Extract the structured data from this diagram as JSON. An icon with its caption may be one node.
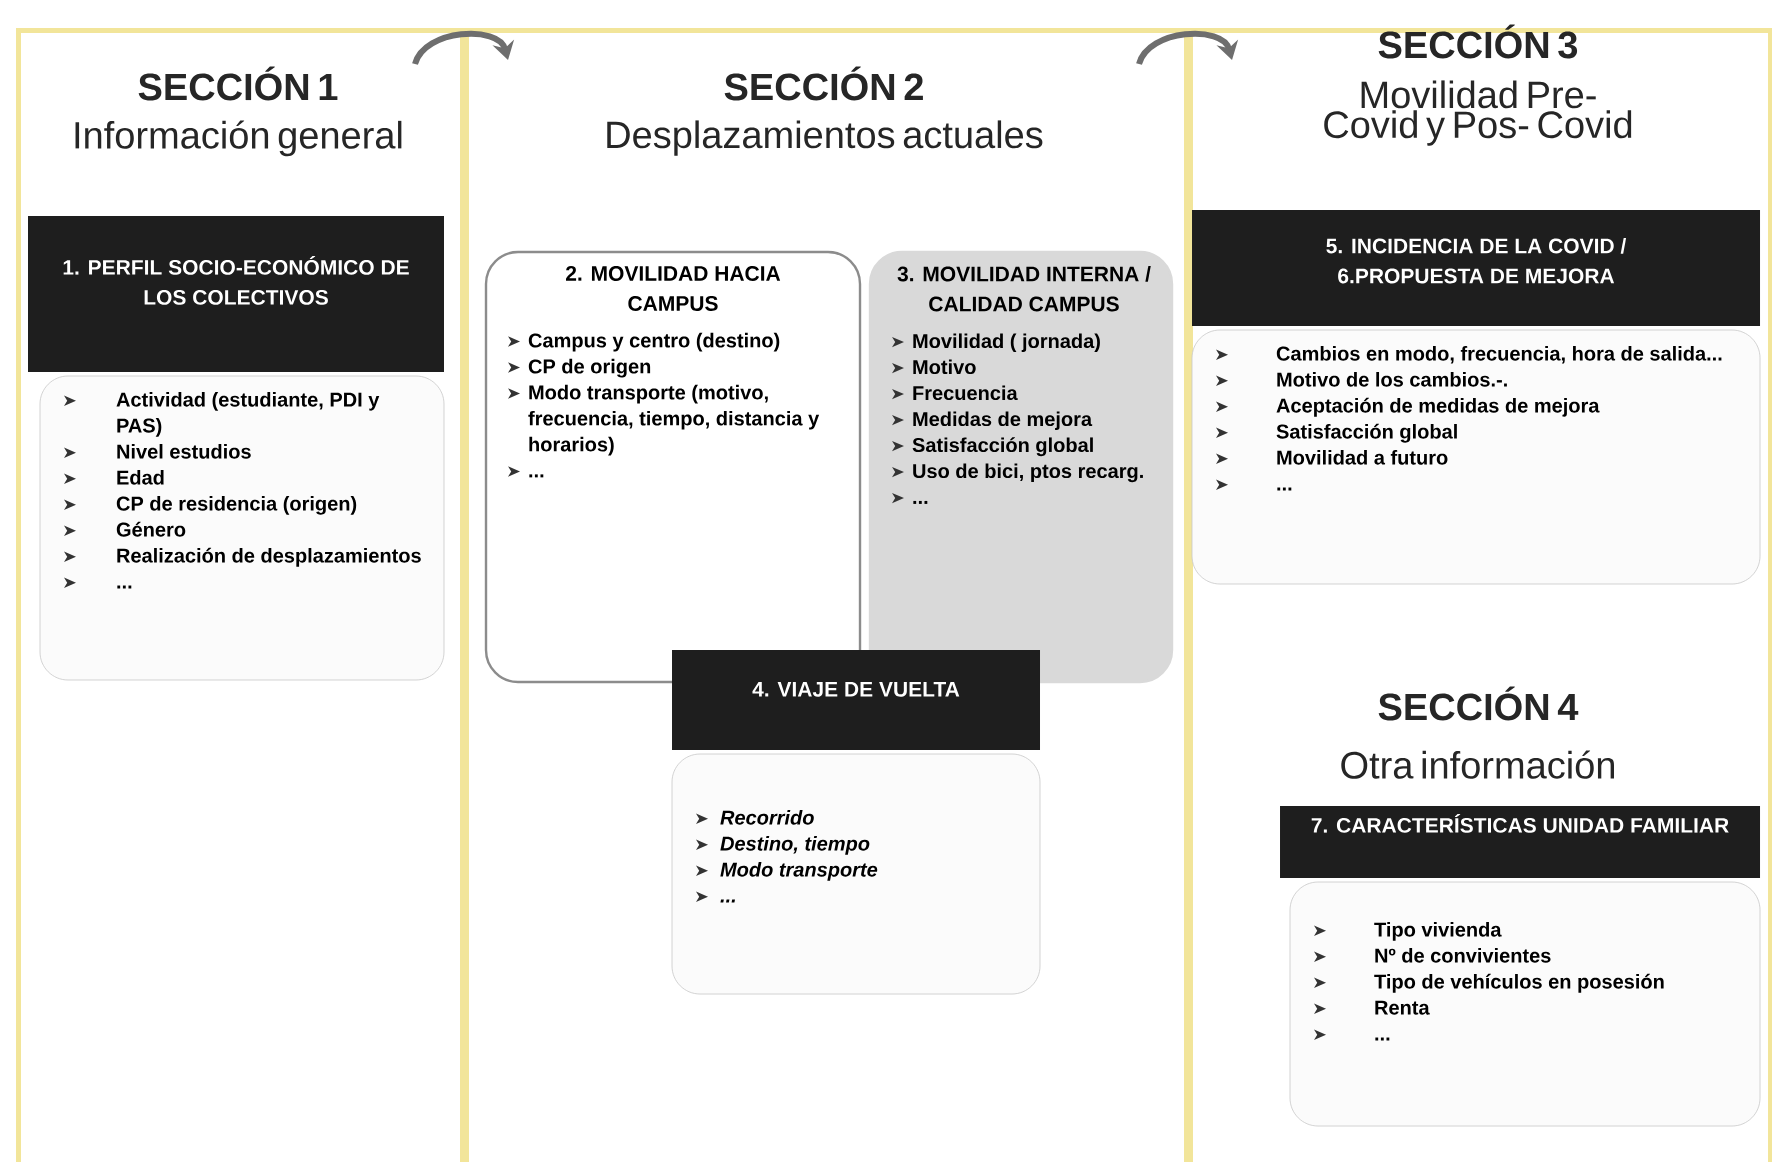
{
  "diagram": {
    "nodes": [
      {
        "text": [
          "SECCIÓN 1",
          "Información general"
        ]
      },
      {
        "text": [
          "1. PERFIL SOCIO-ECONÓMICO DE LOS COLECTIVOS"
        ],
        "in": 0
      },
      {
        "text": [
          "Actividad (estudiante, PDI y PAS)",
          "Nivel estudios",
          "Edad",
          "CP de residencia (origen)",
          "Género",
          "Realización de desplazamientos",
          "..."
        ],
        "in": 0
      },
      {
        "text": [
          "SECCIÓN 2",
          "Desplazamientos actuales"
        ]
      },
      {
        "text": [
          "2. MOVILIDAD HACIA CAMPUS",
          "Campus y centro (destino)",
          "CP de origen",
          "Modo transporte (motivo, frecuencia, tiempo, distancia y horarios)",
          "..."
        ],
        "in": 3
      },
      {
        "text": [
          "3. MOVILIDAD INTERNA / CALIDAD CAMPUS",
          "Movilidad ( jornada)",
          "Motivo",
          "Frecuencia",
          "Medidas de mejora",
          "Satisfacción global",
          "Uso de bici, ptos recarg.",
          "..."
        ],
        "in": 3
      },
      {
        "text": [
          "4. VIAJE DE VUELTA"
        ],
        "in": 3
      },
      {
        "text": [
          "Recorrido",
          "Destino, tiempo",
          "Modo transporte",
          "..."
        ],
        "in": 3
      },
      {
        "text": [
          "SECCIÓN 3",
          "Movilidad Pre-Covid y Pos- Covid",
          "SECCIÓN 4",
          "Otra información"
        ]
      },
      {
        "text": [
          "5. INCIDENCIA DE LA COVID / 6.PROPUESTA DE MEJORA"
        ],
        "in": 8
      },
      {
        "text": [
          "Cambios en modo, frecuencia, hora de salida...",
          "Motivo de los cambios.-.",
          "Aceptación de medidas de mejora",
          "Satisfacción global",
          "Movilidad a futuro",
          "..."
        ],
        "in": 8
      },
      {
        "text": [
          "7. CARACTERÍSTICAS UNIDAD FAMILIAR"
        ],
        "in": 8
      },
      {
        "text": [
          "Tipo vivienda",
          "Nº de convivientes",
          "Tipo de  vehículos en posesión",
          "Renta",
          "..."
        ],
        "in": 8
      }
    ],
    "edges": [
      {
        "from": 0,
        "to": 3,
        "arrow": "to"
      },
      {
        "from": 3,
        "to": 8,
        "arrow": "to"
      }
    ]
  }
}
